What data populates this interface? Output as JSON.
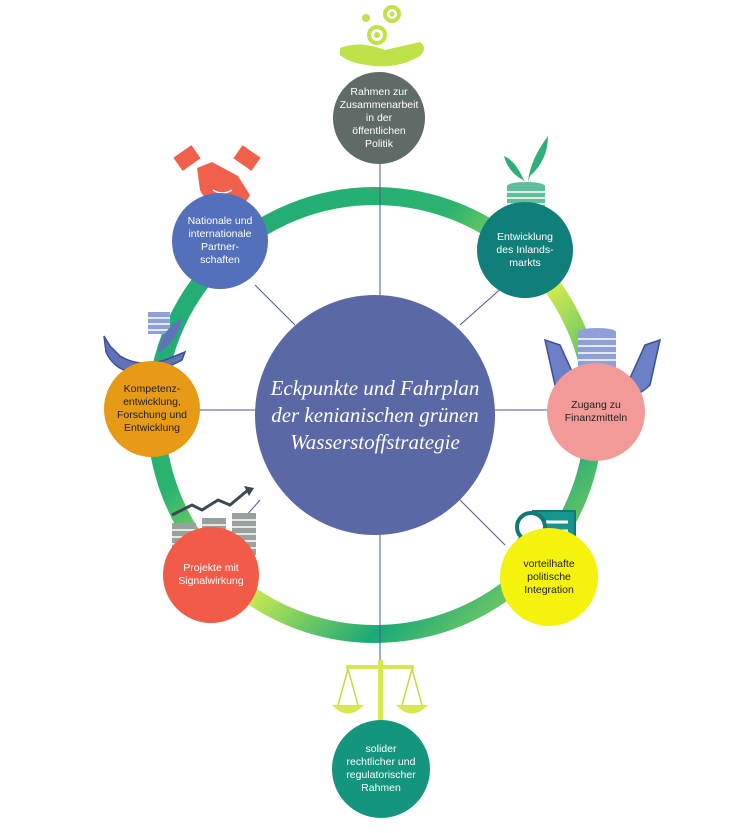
{
  "center": {
    "title": "Eckpunkte und Fahrplan\nder kenianischen grünen\nWasserstoffstrategie",
    "color": "#5b68a6"
  },
  "nodes": [
    {
      "label": "Rahmen zur\nZusammenarbeit\nin der\nöffentlichen\nPolitik",
      "color": "#5f6b66",
      "text_color": "#ffffff",
      "icon": "hand-with-gears-icon"
    },
    {
      "label": "Entwicklung\ndes Inlands-\nmarkts",
      "color": "#117f79",
      "text_color": "#ffffff",
      "icon": "coin-stack-with-plant-icon"
    },
    {
      "label": "Zugang zu\nFinanzmitteln",
      "color": "#f29a98",
      "text_color": "#222222",
      "icon": "hands-with-coins-icon"
    },
    {
      "label": "vorteilhafte\npolitische\nIntegration",
      "color": "#f5f20e",
      "text_color": "#222222",
      "icon": "document-magnifier-icon"
    },
    {
      "label": "solider\nrechtlicher und\nregulatorischer\nRahmen",
      "color": "#14957d",
      "text_color": "#ffffff",
      "icon": "scales-icon"
    },
    {
      "label": "Projekte mit\nSignalwirkung",
      "color": "#f15b47",
      "text_color": "#ffffff",
      "icon": "coins-with-growth-arrow-icon"
    },
    {
      "label": "Kompetenz-\nentwicklung,\nForschung und\nEntwicklung",
      "color": "#e69a16",
      "text_color": "#222222",
      "icon": "hand-with-coins-and-leaf-icon"
    },
    {
      "label": "Nationale und\ninternationale\nPartner-\nschaften",
      "color": "#5470bb",
      "text_color": "#ffffff",
      "icon": "handshake-icon"
    }
  ],
  "ring_colors": [
    "#1aa978",
    "#d6ee4e"
  ]
}
